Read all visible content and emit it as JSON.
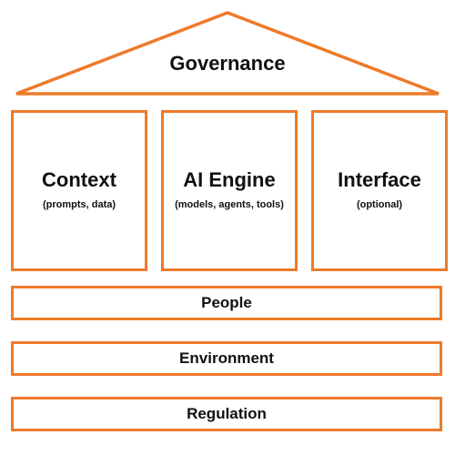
{
  "colors": {
    "accent": "#ee7a2a",
    "text": "#111111",
    "background": "#ffffff"
  },
  "roof": {
    "label": "Governance"
  },
  "pillars": [
    {
      "title": "Context",
      "subtitle": "(prompts, data)"
    },
    {
      "title": "AI Engine",
      "subtitle": "(models, agents, tools)"
    },
    {
      "title": "Interface",
      "subtitle": "(optional)"
    }
  ],
  "foundations": [
    {
      "label": "People"
    },
    {
      "label": "Environment"
    },
    {
      "label": "Regulation"
    }
  ]
}
